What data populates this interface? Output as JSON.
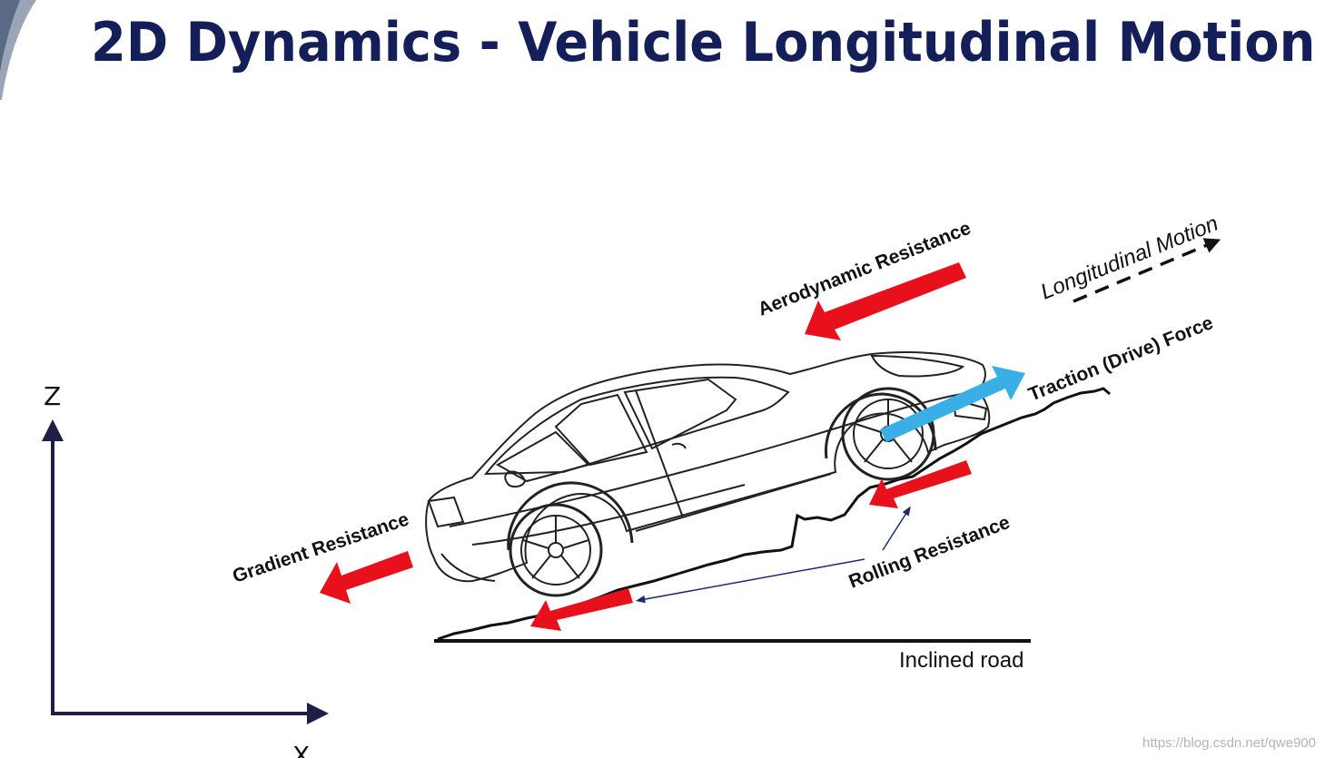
{
  "title": "2D Dynamics - Vehicle Longitudinal Motion",
  "axes": {
    "z_label": "Z",
    "x_label": "X"
  },
  "forces": {
    "aerodynamic": "Aerodynamic Resistance",
    "longitudinal": "Longitudinal Motion",
    "traction": "Traction (Drive) Force",
    "gradient": "Gradient Resistance",
    "rolling": "Rolling Resistance"
  },
  "road_label": "Inclined road",
  "watermark": "https://blog.csdn.net/qwe900",
  "colors": {
    "title": "#141f5a",
    "resistance_arrow": "#e8101a",
    "traction_arrow": "#3aaee6",
    "axis": "#1e1e46"
  }
}
